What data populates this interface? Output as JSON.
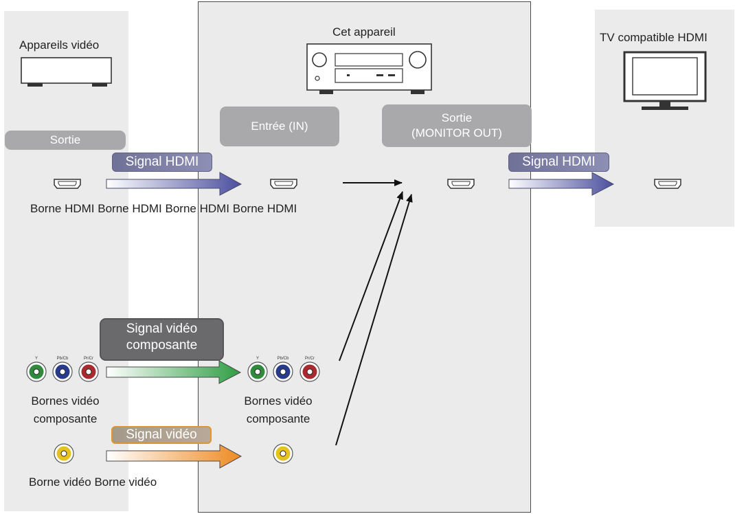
{
  "devices": {
    "video_devices": "Appareils vidéo",
    "this_unit": "Cet appareil",
    "tv": "TV compatible HDMI"
  },
  "boxes": {
    "output": "Sortie",
    "input": "Entrée (IN)",
    "monitor_out_line1": "Sortie",
    "monitor_out_line2": "(MONITOR OUT)"
  },
  "signals": {
    "hdmi_1": "Signal HDMI",
    "hdmi_2": "Signal HDMI",
    "component_line1": "Signal vidéo",
    "component_line2": "composante",
    "video": "Signal vidéo"
  },
  "terminals": {
    "hdmi_row": "Borne HDMI Borne HDMI Borne HDMI Borne HDMI",
    "component_left_line1": "Bornes vidéo",
    "component_left_line2": "composante",
    "component_right_line1": "Bornes vidéo",
    "component_right_line2": "composante",
    "video_row": "Borne vidéo Borne vidéo"
  },
  "jack_labels": {
    "y": "Y",
    "pb": "Pb/Cb",
    "pr": "Pr/Cr"
  },
  "colors": {
    "panel": "#ebebec",
    "label_box": "#a9a9ac",
    "hdmi_arrow": "#4b4f9e",
    "component_arrow": "#2e9e43",
    "video_arrow": "#ee8a22",
    "jack_green": "#2f8a3c",
    "jack_blue": "#283a8c",
    "jack_red": "#a82a2e",
    "jack_yellow": "#e6c21e"
  }
}
